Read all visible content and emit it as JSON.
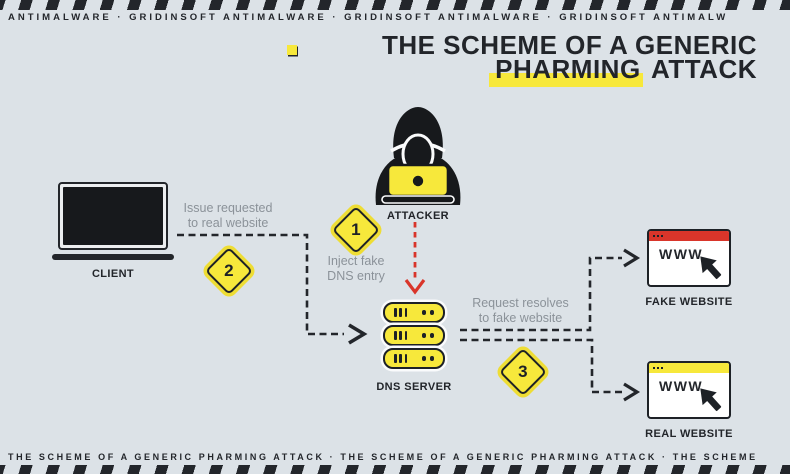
{
  "top_banner": {
    "text": "ANTIMALWARE · GRIDINSOFT ANTIMALWARE · GRIDINSOFT ANTIMALWARE · GRIDINSOFT ANTIMALW"
  },
  "bottom_banner": {
    "text": "THE SCHEME OF A GENERIC PHARMING ATTACK · THE SCHEME OF A GENERIC PHARMING ATTACK · THE SCHEME"
  },
  "title": {
    "line1": "THE SCHEME OF A GENERIC",
    "line2_highlight": "PHARMING",
    "line2_rest": "ATTACK"
  },
  "nodes": {
    "attacker": {
      "label": "ATTACKER"
    },
    "client": {
      "label": "CLIENT"
    },
    "dns_server": {
      "label": "DNS SERVER"
    },
    "fake_website": {
      "label": "FAKE WEBSITE",
      "www": "WWW"
    },
    "real_website": {
      "label": "REAL WEBSITE",
      "www": "WWW"
    }
  },
  "steps": [
    {
      "number": "1",
      "caption_line1": "Inject fake",
      "caption_line2": "DNS entry"
    },
    {
      "number": "2",
      "caption_line1": "Issue requested",
      "caption_line2": "to real website"
    },
    {
      "number": "3",
      "caption_line1": "Request resolves",
      "caption_line2": "to fake website"
    }
  ],
  "colors": {
    "background": "#dce2e7",
    "ink": "#23262b",
    "yellow": "#f7e83b",
    "red": "#d9352a",
    "caption_gray": "#8b9299"
  }
}
